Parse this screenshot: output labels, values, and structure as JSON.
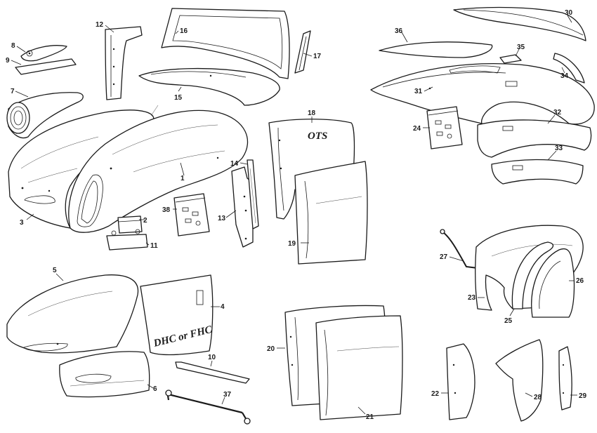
{
  "diagram": {
    "callouts": [
      {
        "id": "c1",
        "label": "1"
      },
      {
        "id": "c2",
        "label": "2"
      },
      {
        "id": "c3",
        "label": "3"
      },
      {
        "id": "c4",
        "label": "4"
      },
      {
        "id": "c5",
        "label": "5"
      },
      {
        "id": "c6",
        "label": "6"
      },
      {
        "id": "c7",
        "label": "7"
      },
      {
        "id": "c8",
        "label": "8"
      },
      {
        "id": "c9",
        "label": "9"
      },
      {
        "id": "c10",
        "label": "10"
      },
      {
        "id": "c11",
        "label": "11"
      },
      {
        "id": "c12",
        "label": "12"
      },
      {
        "id": "c13",
        "label": "13"
      },
      {
        "id": "c14",
        "label": "14"
      },
      {
        "id": "c15",
        "label": "15"
      },
      {
        "id": "c16",
        "label": "16"
      },
      {
        "id": "c17",
        "label": "17"
      },
      {
        "id": "c18",
        "label": "18"
      },
      {
        "id": "c19",
        "label": "19"
      },
      {
        "id": "c20",
        "label": "20"
      },
      {
        "id": "c21",
        "label": "21"
      },
      {
        "id": "c22",
        "label": "22"
      },
      {
        "id": "c23",
        "label": "23"
      },
      {
        "id": "c24",
        "label": "24"
      },
      {
        "id": "c25",
        "label": "25"
      },
      {
        "id": "c26",
        "label": "26"
      },
      {
        "id": "c27",
        "label": "27"
      },
      {
        "id": "c28",
        "label": "28"
      },
      {
        "id": "c29",
        "label": "29"
      },
      {
        "id": "c30",
        "label": "30"
      },
      {
        "id": "c31",
        "label": "31"
      },
      {
        "id": "c32",
        "label": "32"
      },
      {
        "id": "c33",
        "label": "33"
      },
      {
        "id": "c34",
        "label": "34"
      },
      {
        "id": "c35",
        "label": "35"
      },
      {
        "id": "c36",
        "label": "36"
      },
      {
        "id": "c37",
        "label": "37"
      },
      {
        "id": "c38",
        "label": "38"
      }
    ],
    "panel_texts": {
      "ots": "OTS",
      "dhc_fhc": "DHC or FHC"
    }
  }
}
